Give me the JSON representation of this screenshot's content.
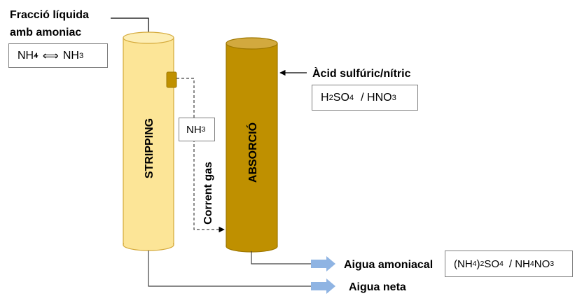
{
  "colors": {
    "stripping_fill": "#fce597",
    "stripping_stroke": "#d4a93a",
    "absorption_fill": "#bf9000",
    "absorption_top": "#d2a93e",
    "absorption_stroke": "#9e7700",
    "arrow_blue": "#8fb4e3",
    "line": "#595959"
  },
  "feed": {
    "label_line1": "Fracció líquida",
    "label_line2": "amb amoniac",
    "equation": {
      "nh4": "NH",
      "nh4_sub": "4",
      "nh4_sup": "+",
      "arrow": "⟺",
      "nh3": "NH",
      "nh3_sub": "3"
    }
  },
  "acid": {
    "label": "Àcid sulfúric/nítric",
    "formula": {
      "h2so4_a": "H",
      "h2so4_sub1": "2",
      "h2so4_b": "SO",
      "h2so4_sub2": "4",
      "sep": "/ HNO",
      "hno3_sub": "3"
    }
  },
  "stripping_column": {
    "label": "STRIPPING"
  },
  "absorption_column": {
    "label": "ABSORCIÓ"
  },
  "gas": {
    "box": {
      "a": "NH",
      "sub": "3"
    },
    "label": "Corrent gas"
  },
  "outputs": {
    "ammonia_water": {
      "label": "Aigua amoniacal",
      "formula": {
        "a": "(NH",
        "sub1": "4",
        "b": ")",
        "sub2": "2",
        "c": "SO",
        "sub3": "4",
        "d": "/ NH",
        "sub4": "4",
        "e": "NO",
        "sub5": "3"
      }
    },
    "clean_water": {
      "label": "Aigua neta"
    }
  }
}
